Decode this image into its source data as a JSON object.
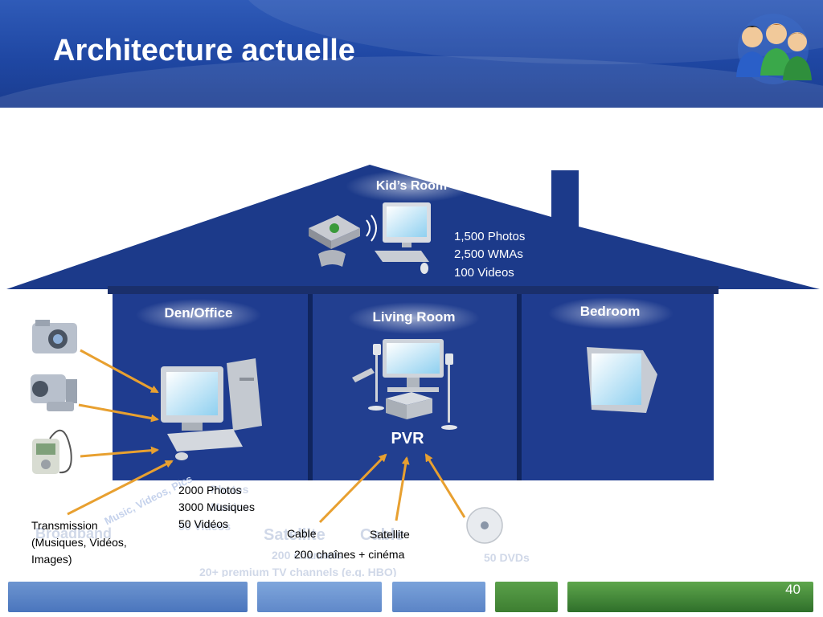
{
  "slide": {
    "title": "Architecture actuelle",
    "page_number": "40"
  },
  "house": {
    "rooms": {
      "kids_room": "Kid’s Room",
      "den_office": "Den/Office",
      "living_room": "Living Room",
      "bedroom": "Bedroom"
    },
    "kids_room_stats": [
      "1,500 Photos",
      "2,500 WMAs",
      "100 Videos"
    ],
    "pvr_label": "PVR",
    "ghost": {
      "broadband": "Broadband",
      "music_videos_pics": "Music, Videos, Pics",
      "photos": "Photos",
      "musics": "Musics",
      "videos": "50 Videos",
      "satellite": "Satellite",
      "cable": "Cable",
      "channels": "200 channels",
      "premium": "20+ premium TV channels (e.g. HBO)",
      "dvds": "50 DVDs"
    }
  },
  "annotations": {
    "den_photos": "2000 Photos",
    "den_musiques": "3000 Musiques",
    "den_videos": "50 Vidéos",
    "transmission_1": "Transmission",
    "transmission_2": "(Musiques, Vidéos,",
    "transmission_3": "Images)",
    "cable": "Cable",
    "satellite": "Satellite",
    "chaines": "200 chaînes + cinéma"
  },
  "colors": {
    "house_blue": "#1c3a8a",
    "arrow_orange": "#e8a030",
    "header_blue": "#1f47a3"
  }
}
